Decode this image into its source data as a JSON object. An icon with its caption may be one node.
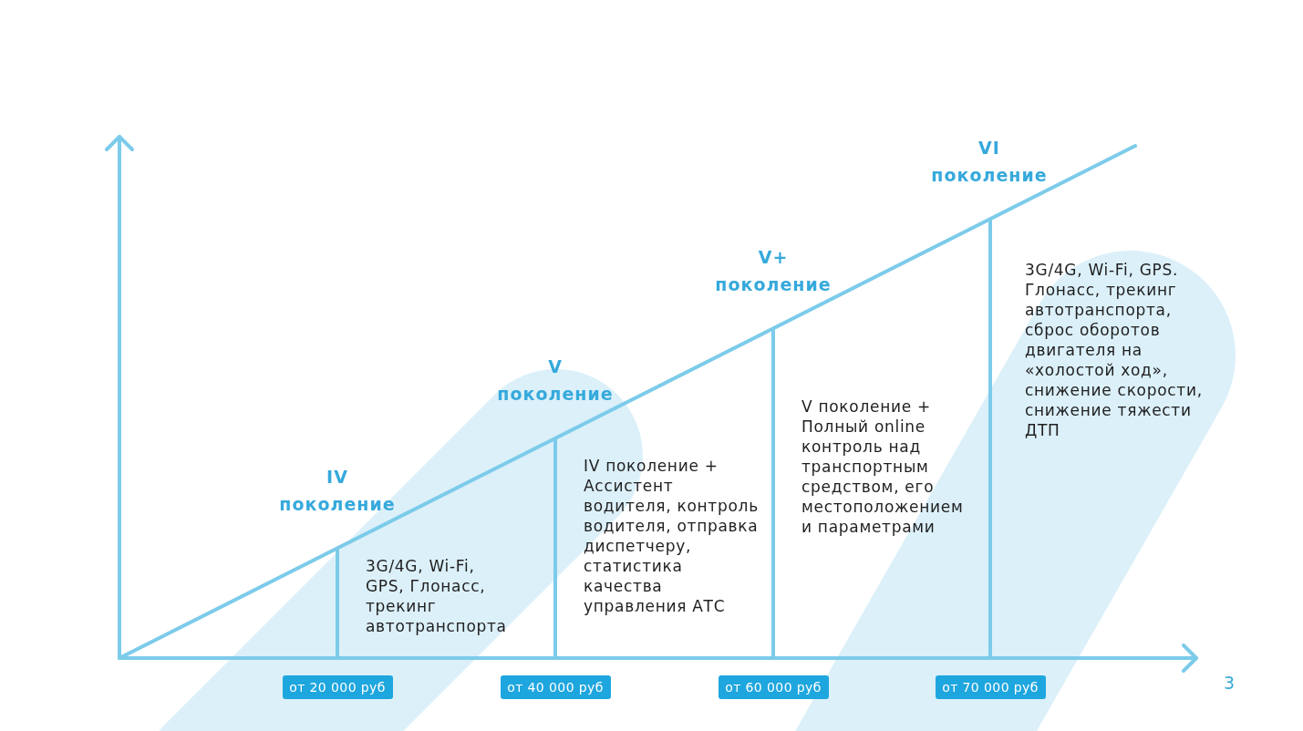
{
  "diagram": {
    "nodes": [
      {
        "text": [
          "от 20 000 руб"
        ]
      },
      {
        "text": [
          "от 40 000 руб"
        ]
      },
      {
        "text": [
          "от 60 000 руб"
        ]
      },
      {
        "text": [
          "от 70 000 руб"
        ]
      }
    ],
    "edges": [],
    "labels": [
      "IV поколение",
      "3G/4G, Wi-Fi, GPS, Глонасс, трекинг автотранспорта",
      "V поколение",
      "IV поколение + Ассистент водителя, контроль водителя, отправка диспетчеру, статистика качества управления АТС",
      "V+ поколение",
      "V поколение + Полный online контроль над транспортным средством, его местоположением и параметрами",
      "VI поколение",
      "3G/4G, Wi-Fi, GPS. Глонасс, трекинг автотранспорта, сброс оборотов двигателя на «холостой ход», снижение скорости, снижение тяжести ДТП",
      "3"
    ]
  }
}
